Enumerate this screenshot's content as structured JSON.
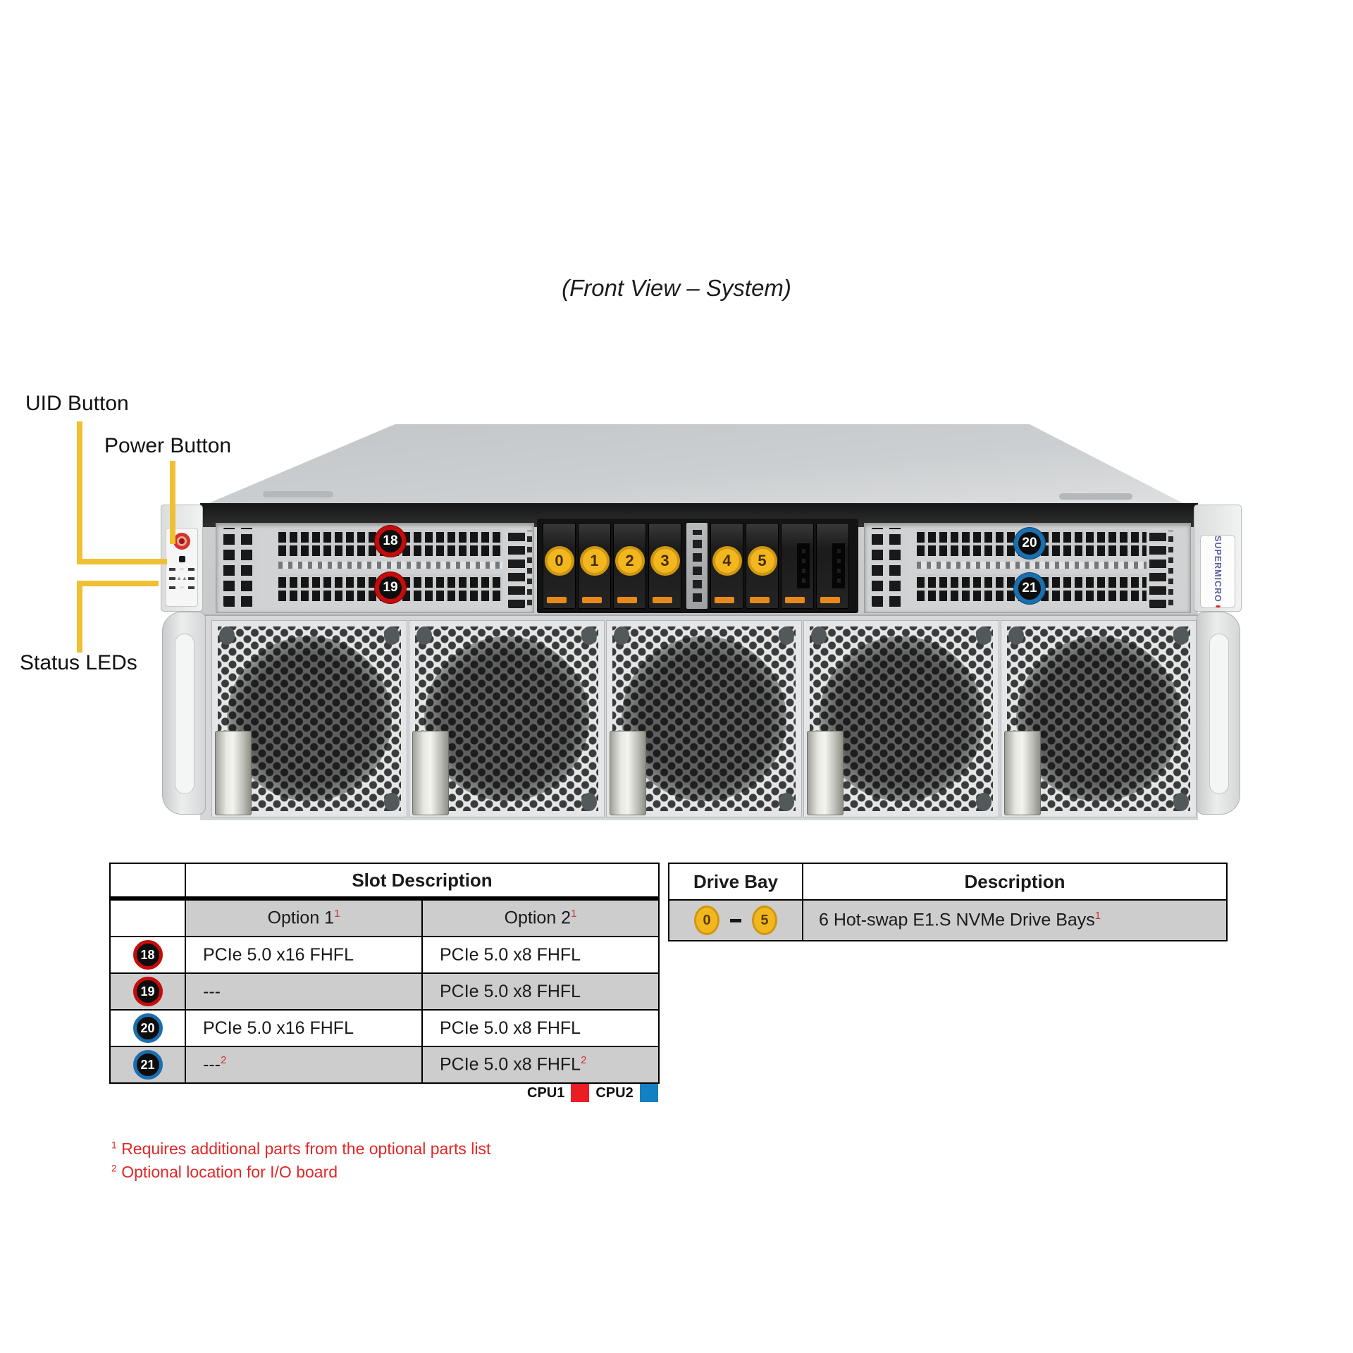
{
  "title": "(Front View – System)",
  "callouts": {
    "uid": "UID Button",
    "power": "Power Button",
    "status": "Status LEDs"
  },
  "accent_colors": {
    "callout_yellow": "#f0c031",
    "cpu1_red": "#ec1c24",
    "cpu2_blue": "#1380c3",
    "footnote_red": "#e32726",
    "bay_badge_yellow": "#f2b71f",
    "slot_badge_red": "#c60b0b",
    "slot_badge_blue": "#1b6fae"
  },
  "chassis": {
    "brand_label": "SUPERMICRO",
    "pcie_slots": [
      {
        "id": "18",
        "cpu": "red"
      },
      {
        "id": "19",
        "cpu": "red"
      },
      {
        "id": "20",
        "cpu": "blue"
      },
      {
        "id": "21",
        "cpu": "blue"
      }
    ],
    "drive_bays": [
      {
        "type": "bay",
        "label": "0"
      },
      {
        "type": "bay",
        "label": "1"
      },
      {
        "type": "bay",
        "label": "2"
      },
      {
        "type": "bay",
        "label": "3"
      },
      {
        "type": "vent",
        "label": ""
      },
      {
        "type": "bay",
        "label": "4"
      },
      {
        "type": "bay",
        "label": "5"
      },
      {
        "type": "blank",
        "label": ""
      },
      {
        "type": "blank",
        "label": ""
      }
    ]
  },
  "slot_table": {
    "title": "Slot Description",
    "option1": {
      "label": "Option 1",
      "sup": "1"
    },
    "option2": {
      "label": "Option 2",
      "sup": "1"
    },
    "rows": [
      {
        "badge": "18",
        "cpu": "red",
        "opt1": "PCIe 5.0 x16 FHFL",
        "opt1_sup": "",
        "opt2": "PCIe 5.0 x8 FHFL",
        "opt2_sup": ""
      },
      {
        "badge": "19",
        "cpu": "red",
        "opt1": "---",
        "opt1_sup": "",
        "opt2": "PCIe 5.0 x8 FHFL",
        "opt2_sup": ""
      },
      {
        "badge": "20",
        "cpu": "blue",
        "opt1": "PCIe 5.0 x16 FHFL",
        "opt1_sup": "",
        "opt2": "PCIe 5.0 x8 FHFL",
        "opt2_sup": ""
      },
      {
        "badge": "21",
        "cpu": "blue",
        "opt1": "---",
        "opt1_sup": "2",
        "opt2": "PCIe 5.0 x8 FHFL",
        "opt2_sup": "2"
      }
    ]
  },
  "cpu_legend": [
    {
      "label": "CPU1",
      "color": "#ec1c24"
    },
    {
      "label": "CPU2",
      "color": "#1380c3"
    }
  ],
  "drive_table": {
    "col1": "Drive Bay",
    "col2": "Description",
    "range": {
      "from": "0",
      "to": "5"
    },
    "description": "6 Hot-swap E1.S NVMe Drive Bays",
    "description_sup": "1"
  },
  "footnotes": [
    {
      "sup": "1",
      "text": "Requires additional parts from the optional parts list"
    },
    {
      "sup": "2",
      "text": "Optional location for I/O board"
    }
  ]
}
